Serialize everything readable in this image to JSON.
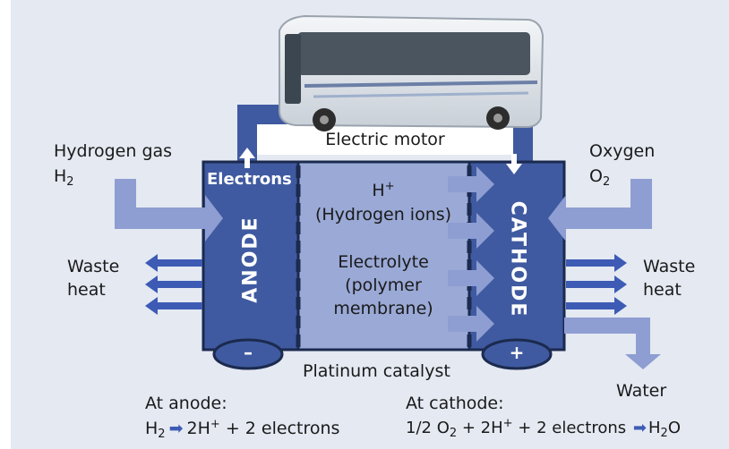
{
  "colors": {
    "background_panel": "#e4e9f2",
    "electrode_blue": "#3f5aa0",
    "electrolyte": "#9aa9d6",
    "flow_arrow": "#8e9ed2",
    "heat_arrow": "#3d5bb5",
    "outline": "#1b2a4e"
  },
  "labels": {
    "hydrogen_gas": "Hydrogen gas",
    "h2_symbol": "H",
    "h2_sub": "2",
    "oxygen": "Oxygen",
    "o2_symbol": "O",
    "o2_sub": "2",
    "electric_motor": "Electric motor",
    "electrons": "Electrons",
    "anode": "ANODE",
    "cathode": "CATHODE",
    "h_plus": "H",
    "h_plus_sup": "+",
    "hydrogen_ions": "(Hydrogen ions)",
    "electrolyte": "Electrolyte",
    "polymer": "(polymer",
    "membrane": "membrane)",
    "waste_heat_left_1": "Waste",
    "waste_heat_left_2": "heat",
    "waste_heat_right_1": "Waste",
    "waste_heat_right_2": "heat",
    "minus": "–",
    "plus": "+",
    "platinum_catalyst": "Platinum catalyst",
    "water": "Water"
  },
  "equations": {
    "anode_title": "At anode:",
    "anode_h": "H",
    "anode_h_sub": "2",
    "anode_arrow": "➡",
    "anode_2h": "2H",
    "anode_2h_sup": "+",
    "anode_rest": " + 2 electrons",
    "cathode_title": "At cathode:",
    "cathode_frac": "1/2 O",
    "cathode_o_sub": "2",
    "cathode_mid": " + 2H",
    "cathode_h_sup": "+",
    "cathode_rest": " + 2 electrons ",
    "cathode_arrow": "➡",
    "cathode_h2o": "H",
    "cathode_h2o_sub": "2",
    "cathode_o": "O"
  },
  "icons": {
    "bus": "bus-illustration"
  }
}
